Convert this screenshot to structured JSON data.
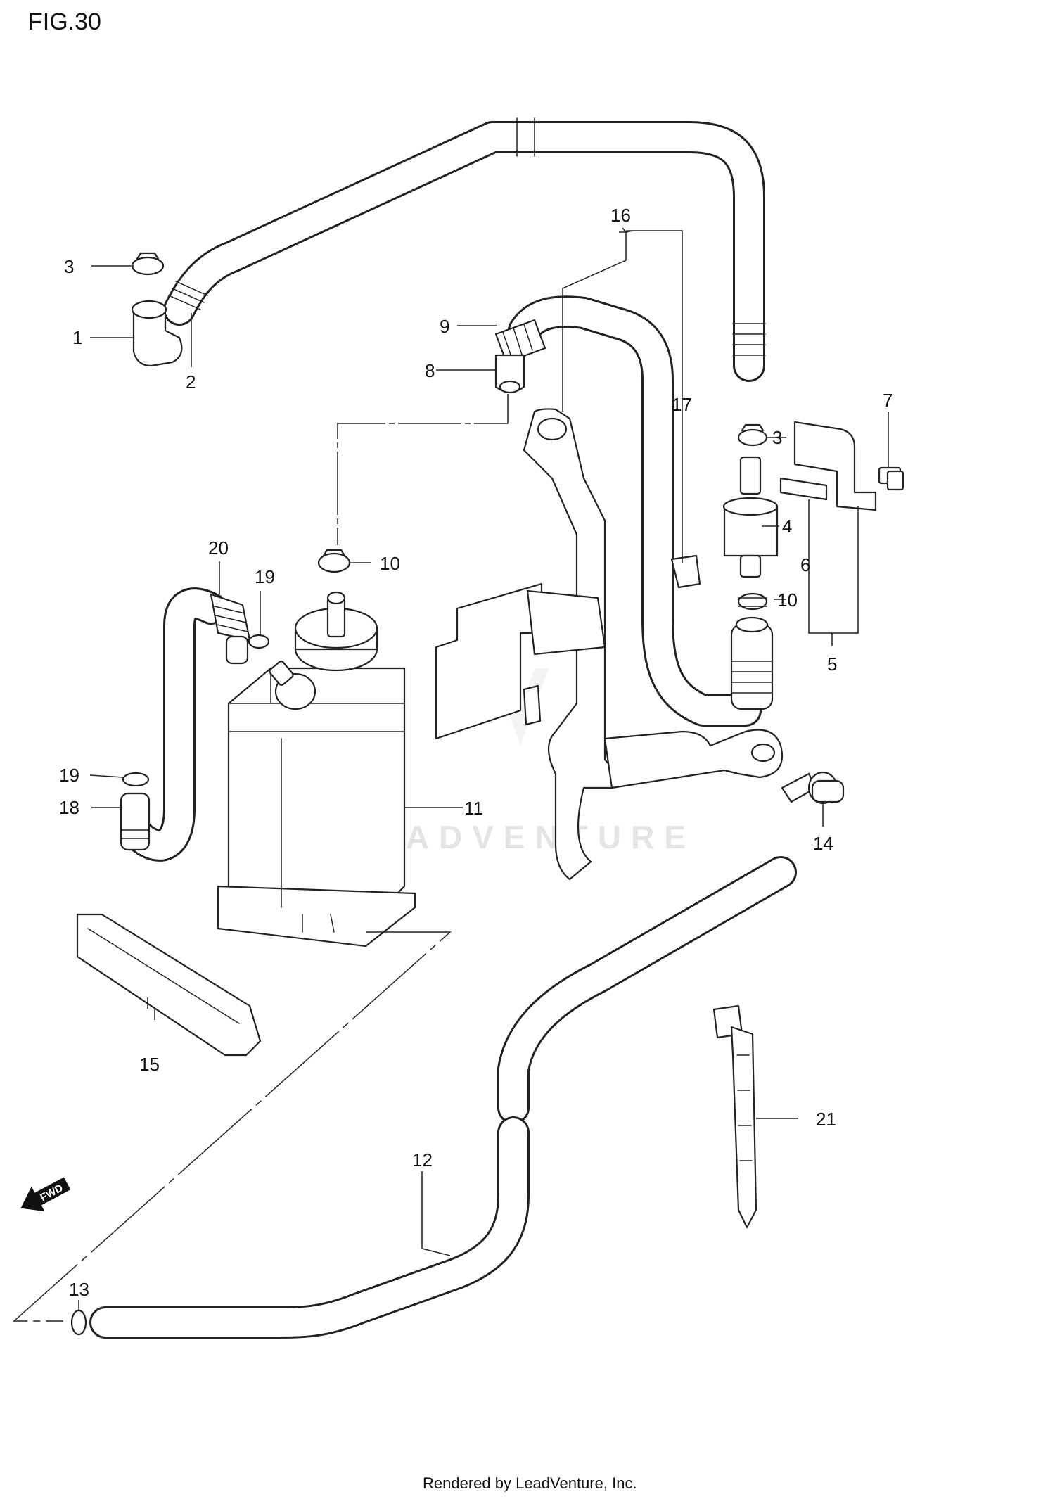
{
  "figure": {
    "title": "FIG.30"
  },
  "watermark": {
    "text": "LEADVENTURE"
  },
  "direction_marker": {
    "label": "FWD",
    "icon": "fwd-arrow-icon"
  },
  "callouts": {
    "c1": "1",
    "c2": "2",
    "c3a": "3",
    "c3b": "3",
    "c4": "4",
    "c5": "5",
    "c6": "6",
    "c7": "7",
    "c8": "8",
    "c9": "9",
    "c10a": "10",
    "c10b": "10",
    "c11": "11",
    "c12": "12",
    "c13": "13",
    "c14": "14",
    "c15": "15",
    "c16": "16",
    "c17": "17",
    "c18": "18",
    "c19a": "19",
    "c19b": "19",
    "c20": "20",
    "c21": "21"
  },
  "footer": {
    "text": "Rendered by LeadVenture, Inc."
  }
}
